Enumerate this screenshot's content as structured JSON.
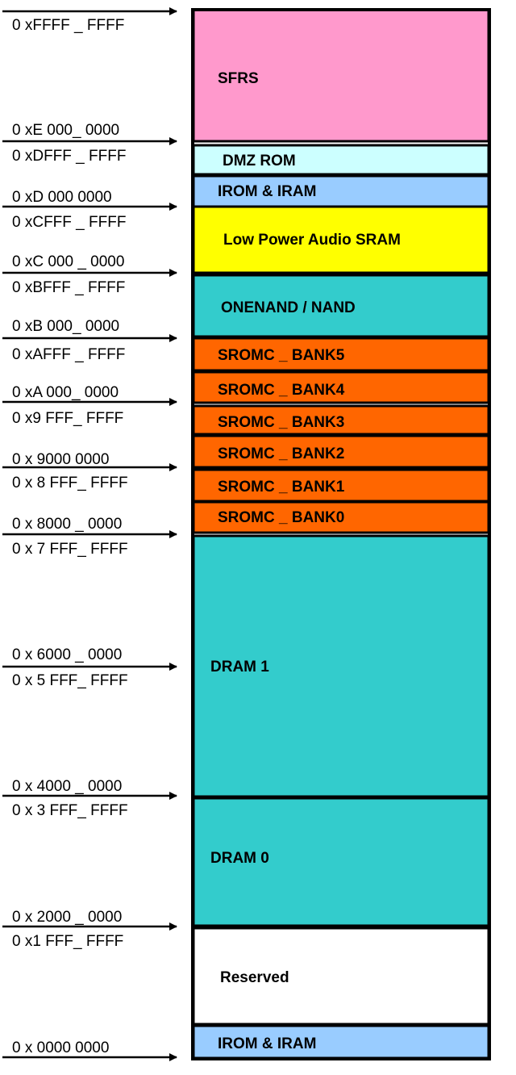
{
  "colors": {
    "pink": "#FF99CC",
    "light_cyan": "#CCFFFF",
    "light_blue": "#99CCFF",
    "yellow": "#FFFF00",
    "teal": "#33CCCC",
    "orange": "#FF6600",
    "white": "#FFFFFF",
    "border": "#000000"
  },
  "regions": [
    {
      "label": "SFRS",
      "color": "pink"
    },
    {
      "label": "DMZ ROM",
      "color": "light_cyan"
    },
    {
      "label": "IROM  & IRAM",
      "color": "light_blue"
    },
    {
      "label": "Low Power Audio SRAM",
      "color": "yellow"
    },
    {
      "label": "ONENAND / NAND",
      "color": "teal"
    },
    {
      "label": "SROMC _ BANK5",
      "color": "orange"
    },
    {
      "label": "SROMC _ BANK4",
      "color": "orange"
    },
    {
      "label": "SROMC _ BANK3",
      "color": "orange"
    },
    {
      "label": "SROMC _ BANK2",
      "color": "orange"
    },
    {
      "label": "SROMC _ BANK1",
      "color": "orange"
    },
    {
      "label": "SROMC _ BANK0",
      "color": "orange"
    },
    {
      "label": "DRAM 1",
      "color": "teal"
    },
    {
      "label": "DRAM 0",
      "color": "teal"
    },
    {
      "label": "Reserved",
      "color": "white"
    },
    {
      "label": "IROM  & IRAM",
      "color": "light_blue"
    }
  ],
  "addresses": [
    "0  xFFFF _ FFFF",
    "0 xE 000_ 0000",
    "0  xDFFF _ FFFF",
    "0 xD 000    0000",
    "0  xCFFF _ FFFF",
    "0 xC 000 _ 0000",
    "0  xBFFF _ FFFF",
    "0 xB 000_ 0000",
    "0  xAFFF _ FFFF",
    "0 xA 000_ 0000",
    "0 x9 FFF_ FFFF",
    "0 x  9000    0000",
    "0 x 8 FFF_ FFFF",
    "0 x  8000 _ 0000",
    "0 x 7 FFF_ FFFF",
    "0 x  6000 _ 0000",
    "0 x 5 FFF_ FFFF",
    "0 x  4000 _ 0000",
    "0 x 3 FFF_ FFFF",
    "0 x 2000  _ 0000",
    "0 x1 FFF_ FFFF",
    "0 x 0000    0000"
  ]
}
